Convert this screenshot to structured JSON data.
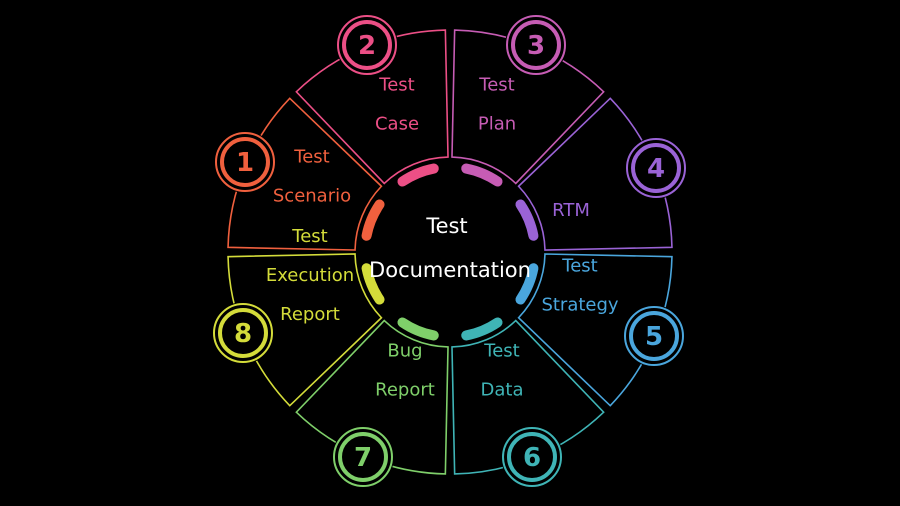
{
  "center": {
    "line1": "Test",
    "line2": "Documentation",
    "color": "#ffffff"
  },
  "segments": [
    {
      "number": "1",
      "lines": [
        "Test",
        "Scenario"
      ],
      "color": "#f0603e"
    },
    {
      "number": "2",
      "lines": [
        "Test",
        "Case"
      ],
      "color": "#ec4f86"
    },
    {
      "number": "3",
      "lines": [
        "Test",
        "Plan"
      ],
      "color": "#c65cb4"
    },
    {
      "number": "4",
      "lines": [
        "RTM"
      ],
      "color": "#9a63d6"
    },
    {
      "number": "5",
      "lines": [
        "Test",
        "Strategy"
      ],
      "color": "#4aa6dd"
    },
    {
      "number": "6",
      "lines": [
        "Test",
        "Data"
      ],
      "color": "#3fb4b6"
    },
    {
      "number": "7",
      "lines": [
        "Bug",
        "Report"
      ],
      "color": "#7fcf6a"
    },
    {
      "number": "8",
      "lines": [
        "Test",
        "Execution",
        "Report"
      ],
      "color": "#d4dc3a"
    }
  ],
  "background": "#000000"
}
